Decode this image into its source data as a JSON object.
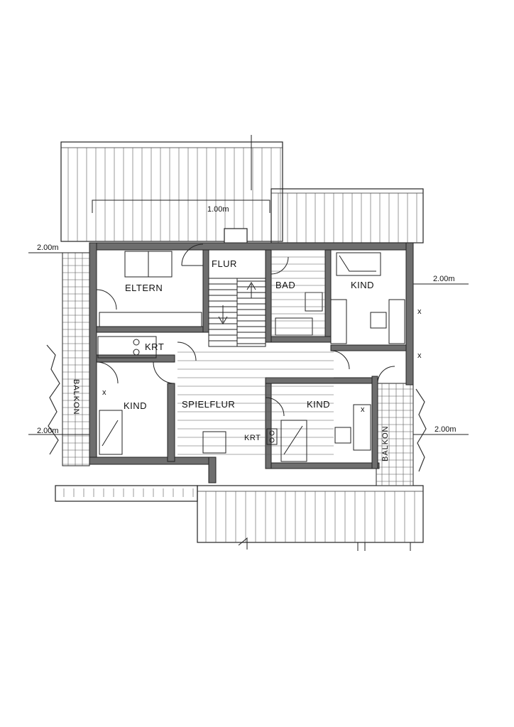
{
  "rooms": {
    "eltern": "ELTERN",
    "flur": "FLUR",
    "bad": "BAD",
    "kind_top_right": "KIND",
    "krt_left": "KRT",
    "kind_left": "KIND",
    "spielflur": "SPIELFLUR",
    "kind_bottom_right": "KIND",
    "krt_center": "KRT",
    "balkon_left": "BALKON",
    "balkon_right": "BALKON"
  },
  "dimensions": {
    "top_ridge": "1.00m",
    "left_upper": "2.00m",
    "left_lower": "2.00m",
    "right_upper": "2.00m",
    "right_lower": "2.00m"
  }
}
